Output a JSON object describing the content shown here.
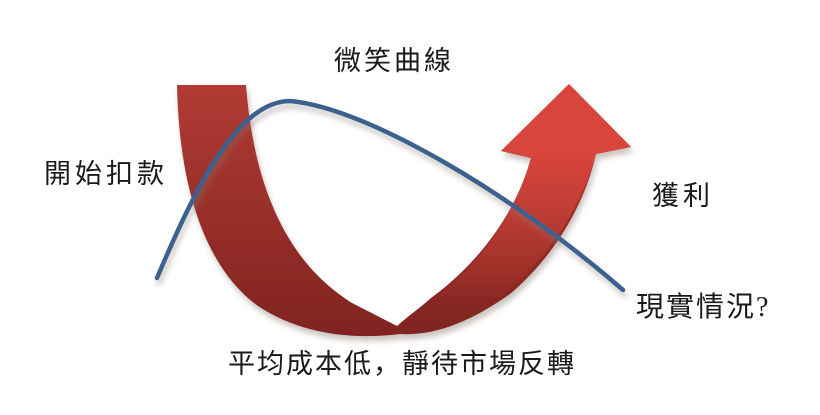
{
  "diagram": {
    "title": "微笑曲線",
    "labels": {
      "start": "開始扣款",
      "profit": "獲利",
      "reality": "現實情況?",
      "caption": "平均成本低，靜待市場反轉"
    },
    "colors": {
      "arrow_bright": "#d8453c",
      "arrow_top": "#b23b34",
      "arrow_dark": "#7e231f",
      "curve_blue": "#3b628f",
      "text": "#1a1a1a",
      "background": "#ffffff"
    }
  }
}
